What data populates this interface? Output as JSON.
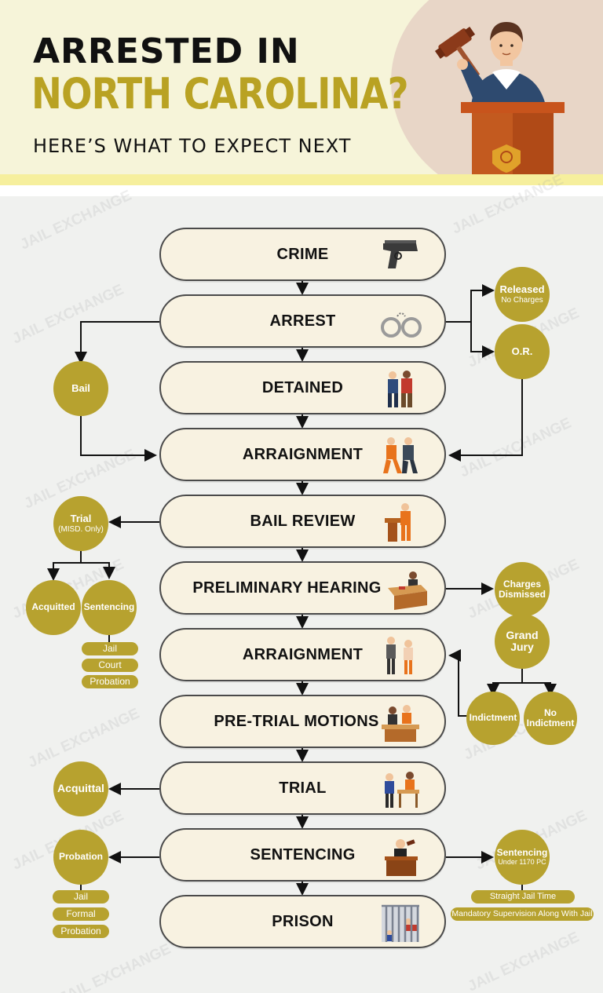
{
  "header": {
    "title_line1": "ARRESTED IN",
    "title_line2": "NORTH CAROLINA?",
    "subtitle": "HERE’S WHAT TO EXPECT NEXT"
  },
  "watermark": "JAIL EXCHANGE",
  "steps": [
    {
      "label": "CRIME",
      "icon": "handgun-icon"
    },
    {
      "label": "ARREST",
      "icon": "handcuffs-icon"
    },
    {
      "label": "DETAINED",
      "icon": "officer-detaining-icon"
    },
    {
      "label": "ARRAIGNMENT",
      "icon": "officer-escorting-prisoner-icon"
    },
    {
      "label": "BAIL REVIEW",
      "icon": "prisoner-at-podium-icon"
    },
    {
      "label": "PRELIMINARY HEARING",
      "icon": "judge-desk-icon"
    },
    {
      "label": "ARRAIGNMENT",
      "icon": "lawyer-and-defendant-icon"
    },
    {
      "label": "PRE-TRIAL MOTIONS",
      "icon": "courtroom-table-icon"
    },
    {
      "label": "TRIAL",
      "icon": "trial-table-icon"
    },
    {
      "label": "SENTENCING",
      "icon": "judge-gavel-icon"
    },
    {
      "label": "PRISON",
      "icon": "prison-cell-icon"
    }
  ],
  "nodes": {
    "released": {
      "label": "Released",
      "sub": "No Charges"
    },
    "or": {
      "label": "O.R."
    },
    "bail": {
      "label": "Bail"
    },
    "trial_misd": {
      "label": "Trial",
      "sub": "(MISD. Only)"
    },
    "acquitted": {
      "label": "Acquitted"
    },
    "sentencing_left": {
      "label": "Sentencing"
    },
    "charges_dismissed": {
      "label": "Charges Dismissed"
    },
    "grand_jury": {
      "label": "Grand Jury"
    },
    "indictment": {
      "label": "Indictment"
    },
    "no_indictment": {
      "label": "No Indictment"
    },
    "acquittal": {
      "label": "Acquittal"
    },
    "probation": {
      "label": "Probation"
    },
    "sentencing_right": {
      "label": "Sentencing",
      "sub": "Under 1170 PC"
    }
  },
  "tags": {
    "sentencing_left": [
      "Jail",
      "Court",
      "Probation"
    ],
    "probation": [
      "Jail",
      "Formal",
      "Probation"
    ],
    "sentencing_right": [
      "Straight Jail Time",
      "Mandatory Supervision Along With Jail"
    ]
  },
  "colors": {
    "gold": "#b7a22f",
    "title_gold": "#b9a223",
    "step_fill": "#f8f2e1",
    "header_bg": "#f6f4d9",
    "page_bg": "#f0f1ef"
  }
}
